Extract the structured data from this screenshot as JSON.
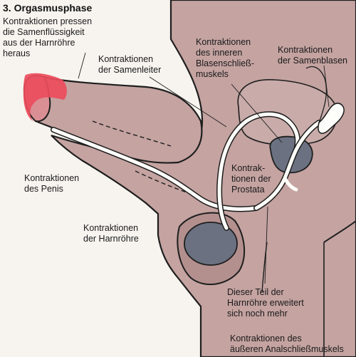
{
  "title": "3. Orgasmusphase",
  "labels": {
    "press": "Kontraktionen pressen\ndie Samenflüssigkeit\naus der Harnröhre\nheraus",
    "vas": "Kontraktionen\nder Samenleiter",
    "bladder_neck": "Kontraktionen\ndes inneren\nBlasenschließ-\nmuskels",
    "seminal": "Kontraktionen\nder Samenblasen",
    "penis": "Kontraktionen\ndes Penis",
    "prostate": "Kontrak-\ntionen der\nProstata",
    "urethra": "Kontraktionen\nder Harnröhre",
    "widened": "Dieser Teil der\nHarnröhre erweitert\nsich noch mehr",
    "anal": "Kontraktionen des\näußeren Analschließmuskels"
  },
  "colors": {
    "skin": "#c4a3a1",
    "skin_dark": "#b3908e",
    "highlight": "#ec4c5c",
    "organ": "#6b7180",
    "duct": "#fdfdf9",
    "background": "#f7f4ef",
    "outline": "#1e1e1e"
  }
}
